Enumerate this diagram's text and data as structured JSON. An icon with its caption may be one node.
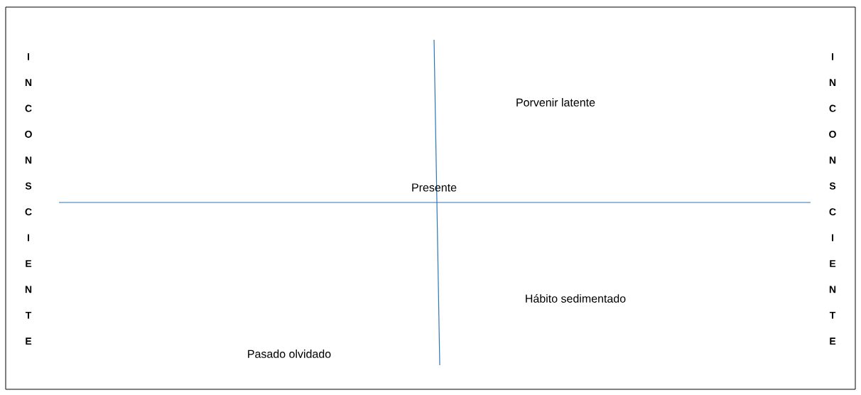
{
  "diagram": {
    "labels": [
      "I N C O N S C I E N T E",
      "Porvenir latente",
      "Presente",
      "Hábito sedimentado",
      "Pasado olvidado",
      "I N C O N S C I E N T E"
    ]
  }
}
